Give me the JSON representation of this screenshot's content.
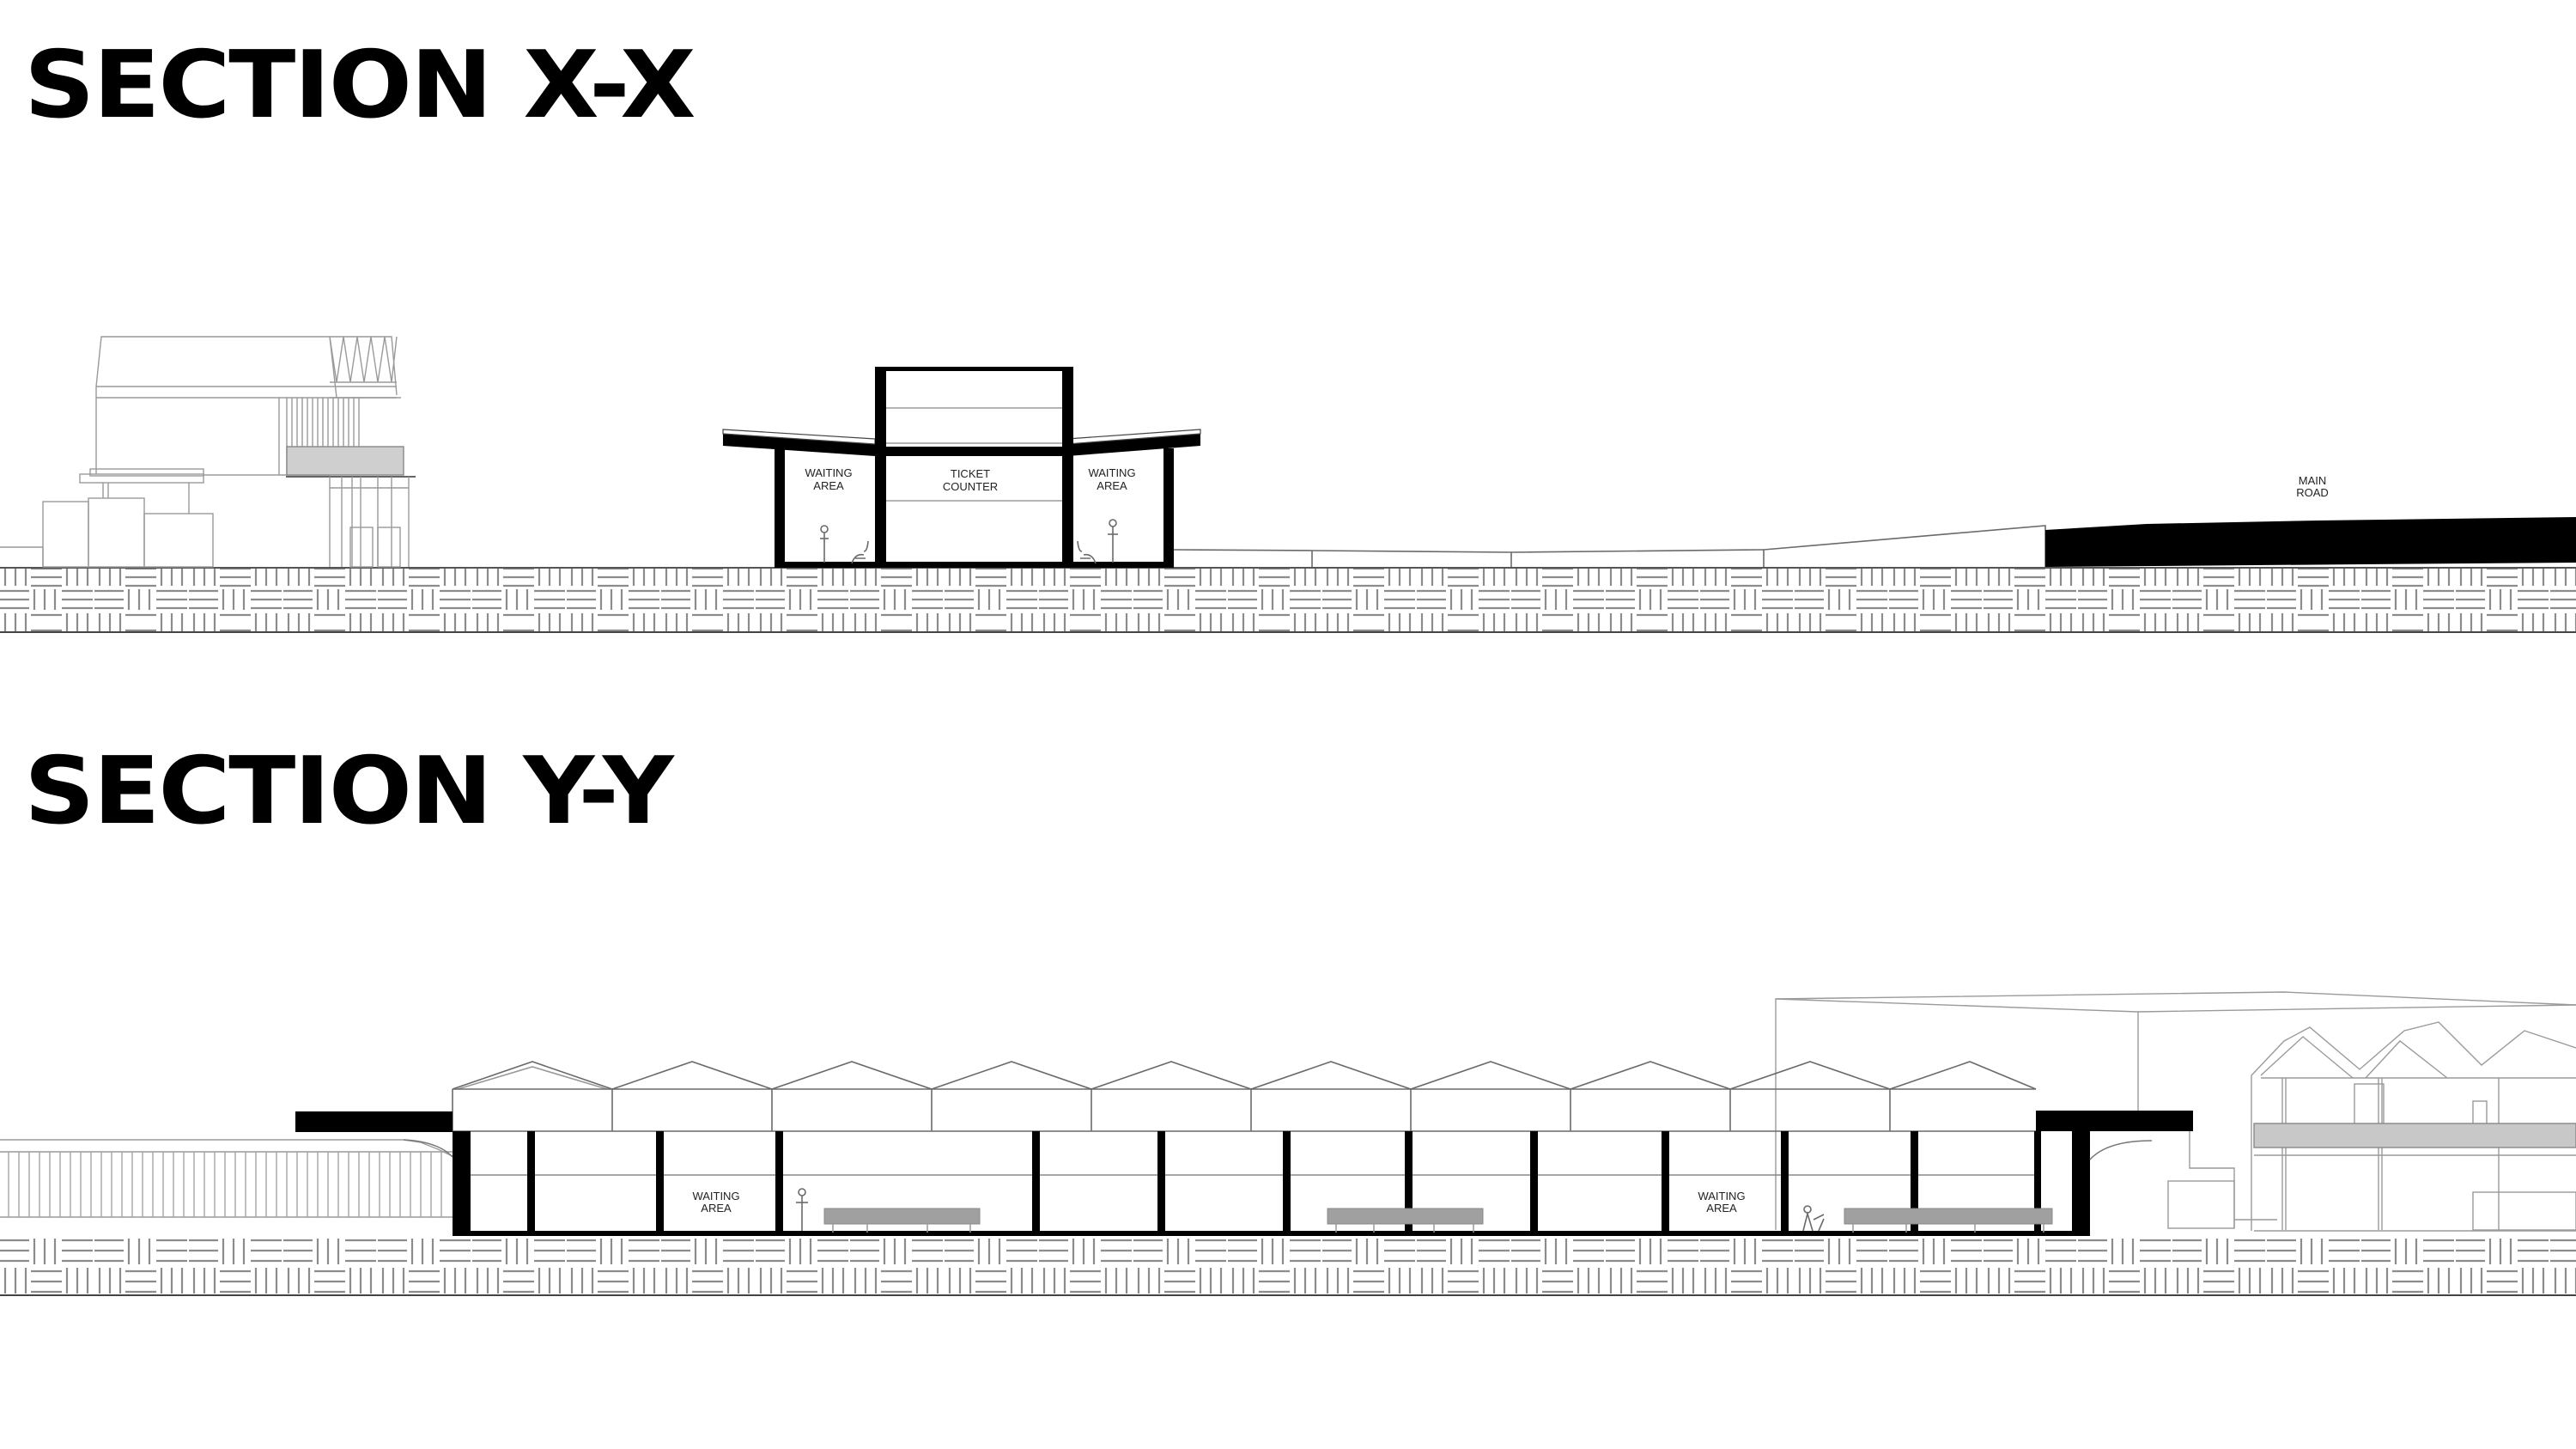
{
  "sections": [
    {
      "id": "x",
      "title": "SECTION X-X",
      "labels": {
        "waiting_left": [
          "WAITING",
          "AREA"
        ],
        "ticket_counter": [
          "TICKET",
          "COUNTER"
        ],
        "waiting_right": [
          "WAITING",
          "AREA"
        ],
        "main_road": [
          "MAIN",
          "ROAD"
        ]
      }
    },
    {
      "id": "y",
      "title": "SECTION Y-Y",
      "labels": {
        "waiting_left": [
          "WAITING",
          "AREA"
        ],
        "waiting_right": [
          "WAITING",
          "AREA"
        ]
      },
      "roof_gables": 10
    }
  ],
  "colors": {
    "structure": "#000000",
    "context_lines": "#9a9a9a",
    "ground_hatch": "#8c8c8c",
    "bench": "#9d9d9d",
    "background": "#ffffff"
  }
}
